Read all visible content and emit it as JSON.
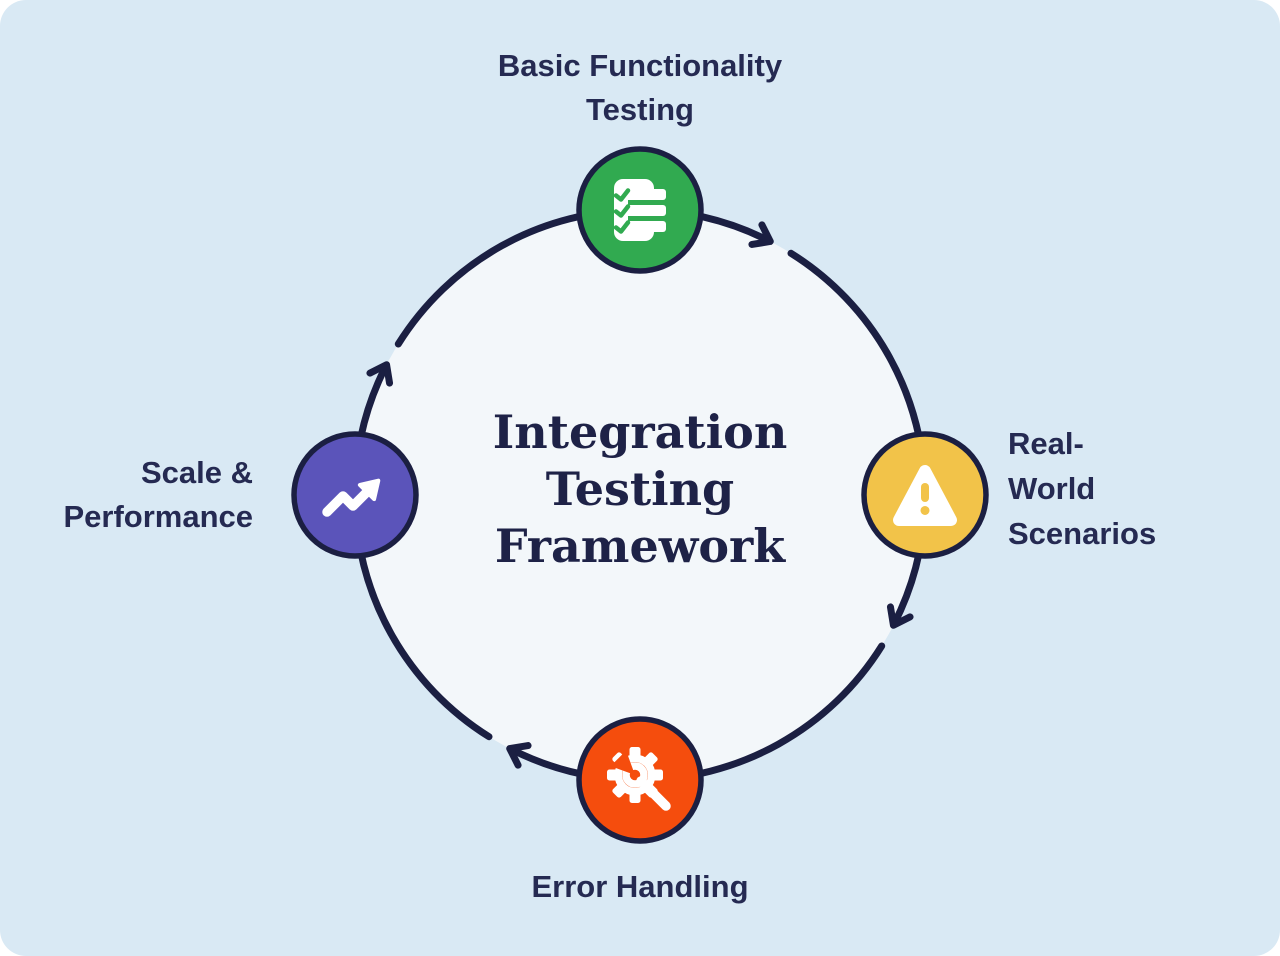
{
  "diagram": {
    "type": "cycle",
    "direction": "clockwise",
    "center": {
      "title": "Integration Testing Framework",
      "title_lines": [
        "Integration",
        "Testing",
        "Framework"
      ],
      "color": "#1e2247"
    },
    "colors": {
      "background": "#d9e9f4",
      "inner_fill": "#f3f7fa",
      "ring_stroke": "#1b1f42",
      "label_text": "#252a52"
    },
    "nodes": [
      {
        "position": "top",
        "label": "Basic Functionality Testing",
        "label_lines": [
          "Basic Functionality",
          "Testing"
        ],
        "color": "#31aa50",
        "icon": "checklist-icon"
      },
      {
        "position": "right",
        "label": "Real-World Scenarios",
        "label_lines": [
          "Real-",
          "World",
          "Scenarios"
        ],
        "color": "#f2c349",
        "icon": "warning-icon"
      },
      {
        "position": "bottom",
        "label": "Error Handling",
        "label_lines": [
          "Error Handling"
        ],
        "color": "#f54d0d",
        "icon": "gear-wrench-icon"
      },
      {
        "position": "left",
        "label": "Scale & Performance",
        "label_lines": [
          "Scale &",
          "Performance"
        ],
        "color": "#5b54ba",
        "icon": "trending-up-icon"
      }
    ]
  }
}
